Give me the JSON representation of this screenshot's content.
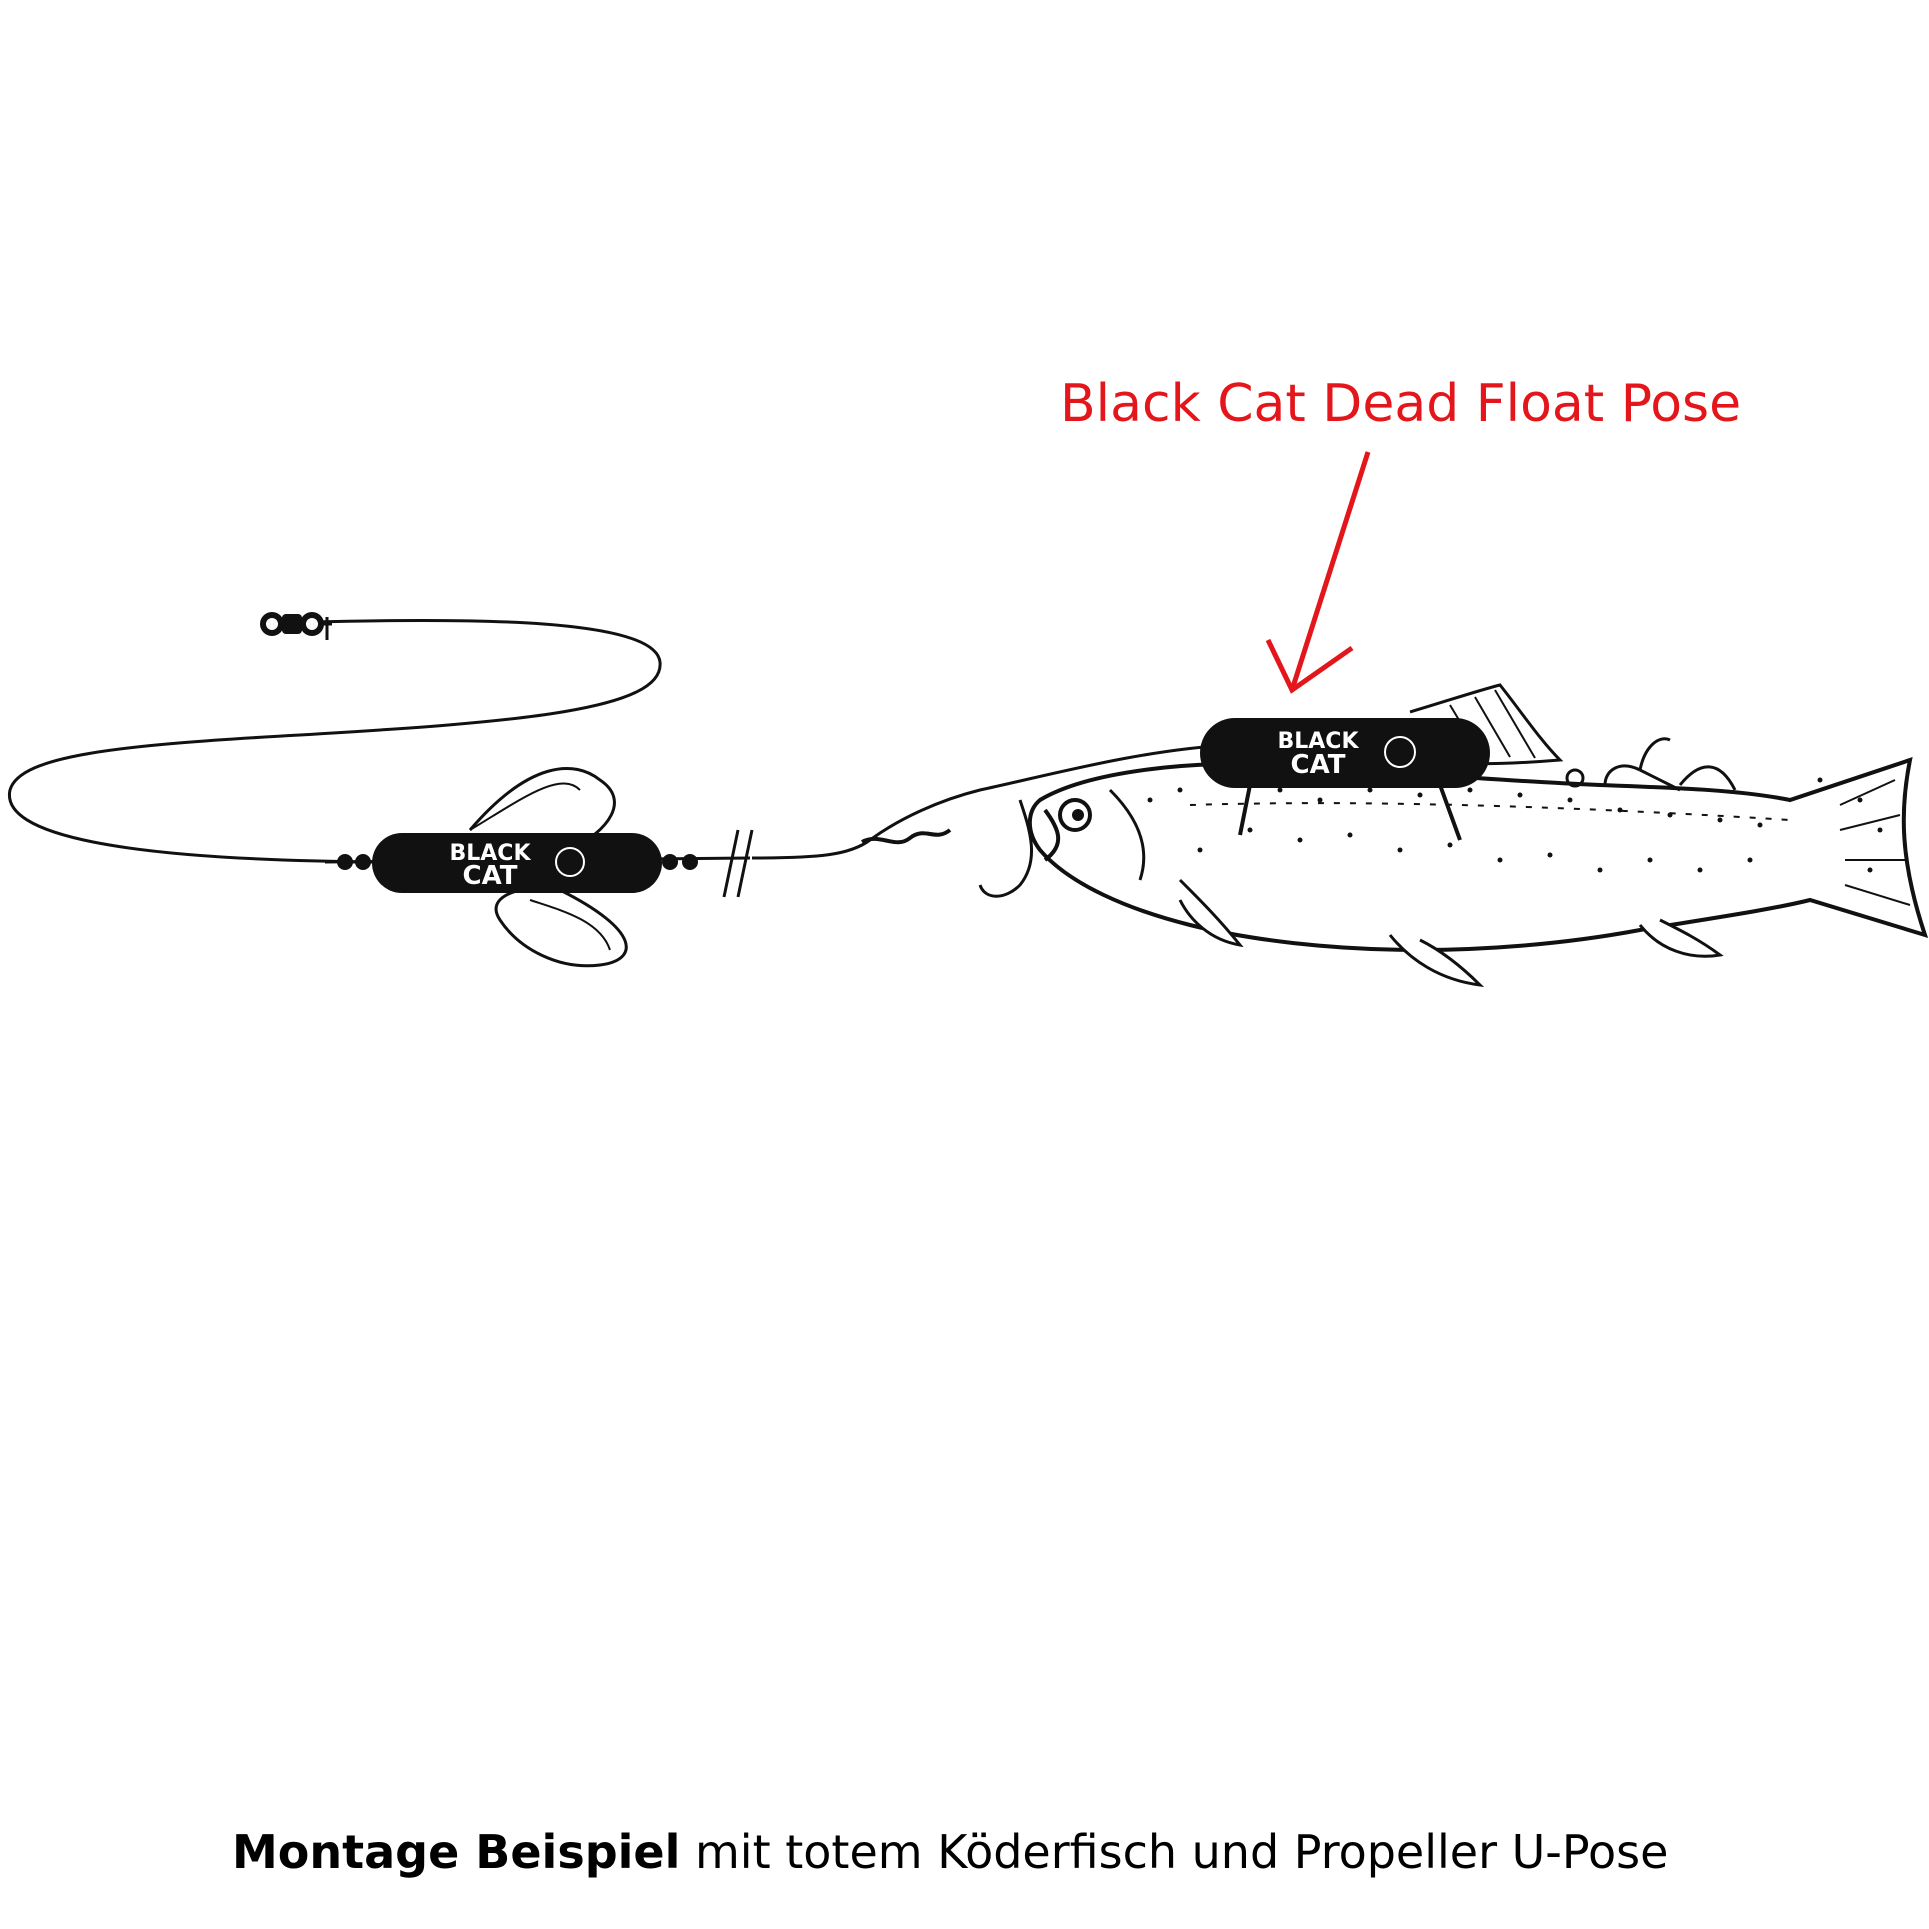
{
  "annotation": {
    "label": "Black Cat Dead Float Pose",
    "color": "#e3161b"
  },
  "logos": {
    "line1": "BLACK",
    "line2": "CAT"
  },
  "caption": {
    "bold": "Montage Beispiel",
    "rest": " mit totem Köderfisch und Propeller U-Pose"
  },
  "icons": [
    "swivel-icon",
    "propeller-float-icon",
    "dead-float-icon",
    "bait-fish-icon",
    "treble-hook-icon",
    "arrow-icon"
  ]
}
